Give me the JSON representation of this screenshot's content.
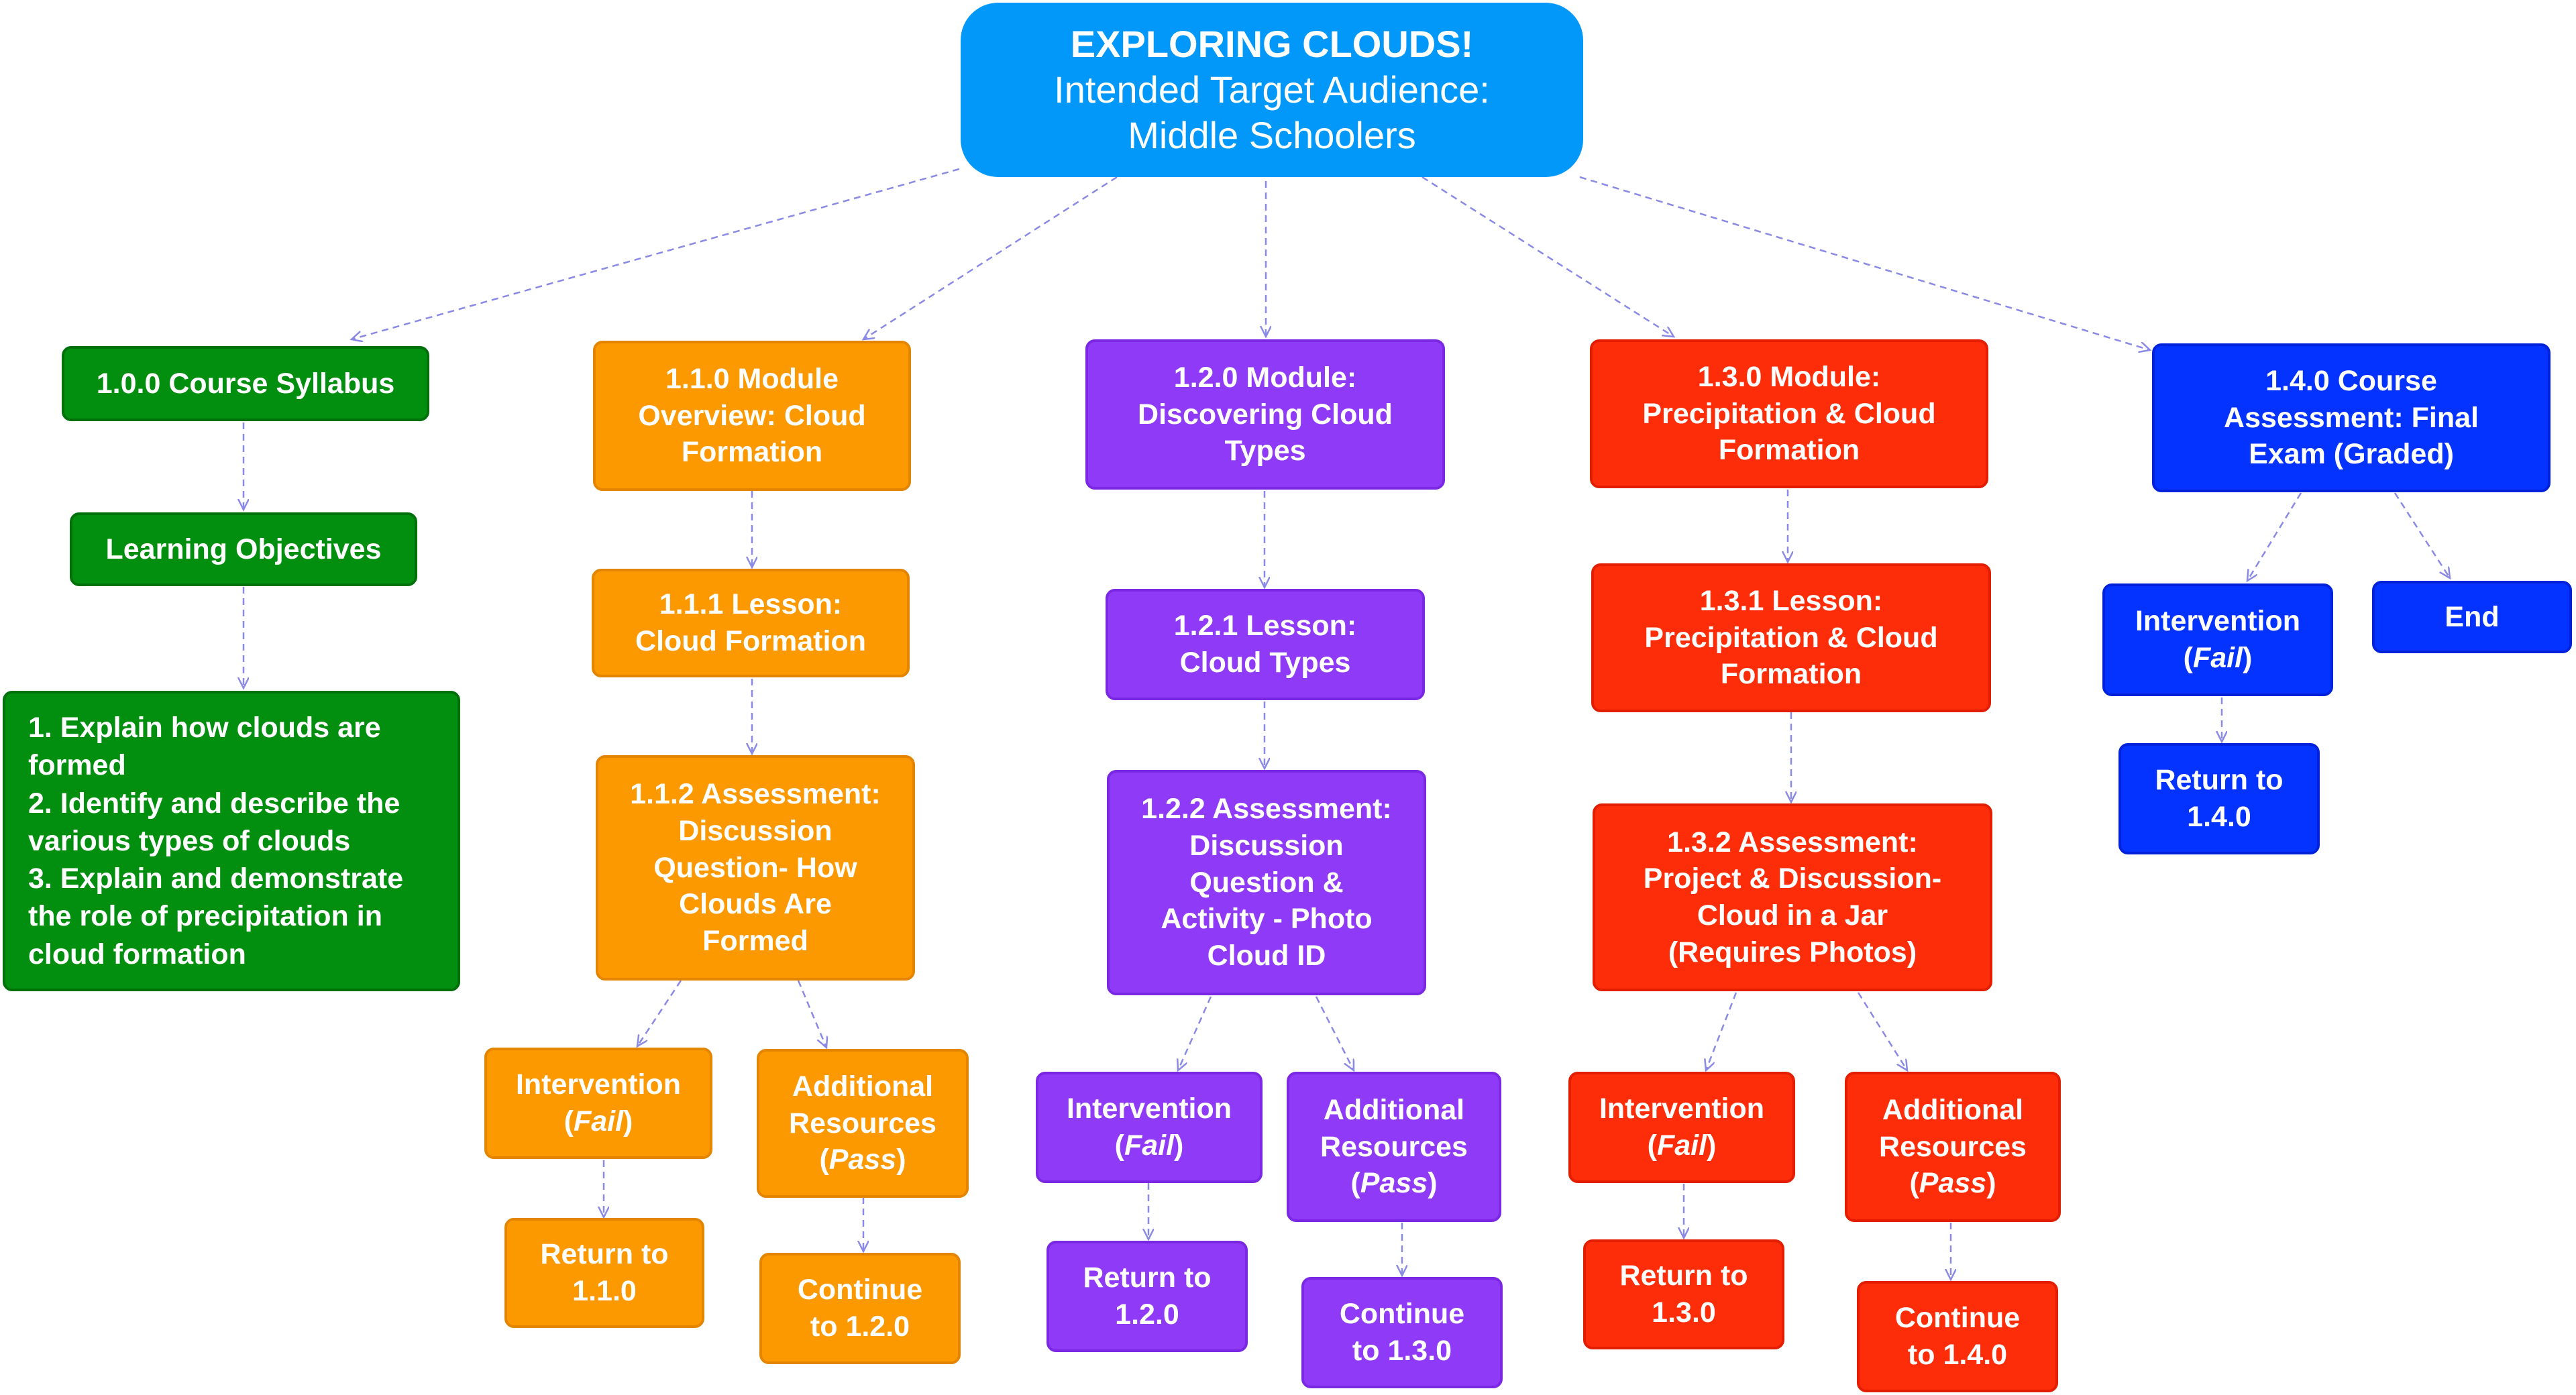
{
  "title": {
    "line1": "EXPLORING CLOUDS!",
    "line2": "Intended Target Audience:",
    "line3": "Middle Schoolers"
  },
  "syllabus": {
    "course_syllabus": "1.0.0 Course Syllabus",
    "learning_objectives": "Learning Objectives",
    "objectives": [
      "1. Explain how clouds are",
      "formed",
      "2. Identify and describe the",
      "various types of clouds",
      "3. Explain and demonstrate",
      "the role of precipitation in",
      "cloud formation"
    ]
  },
  "module_1_1": {
    "overview": [
      "1.1.0 Module",
      "Overview: Cloud",
      "Formation"
    ],
    "lesson": [
      "1.1.1 Lesson:",
      "Cloud Formation"
    ],
    "assessment": [
      "1.1.2 Assessment:",
      "Discussion",
      "Question- How",
      "Clouds Are",
      "Formed"
    ],
    "intervention": "Intervention",
    "intervention_tag": "Fail",
    "resources": "Additional",
    "resources_2": "Resources",
    "resources_tag": "Pass",
    "return": [
      "Return to",
      "1.1.0"
    ],
    "continue": [
      "Continue",
      "to 1.2.0"
    ]
  },
  "module_1_2": {
    "overview": [
      "1.2.0 Module:",
      "Discovering Cloud",
      "Types"
    ],
    "lesson": [
      "1.2.1 Lesson:",
      "Cloud Types"
    ],
    "assessment": [
      "1.2.2 Assessment:",
      "Discussion",
      "Question &",
      "Activity - Photo",
      "Cloud ID"
    ],
    "intervention": "Intervention",
    "intervention_tag": "Fail",
    "resources": "Additional",
    "resources_2": "Resources",
    "resources_tag": "Pass",
    "return": [
      "Return to",
      "1.2.0"
    ],
    "continue": [
      "Continue",
      "to 1.3.0"
    ]
  },
  "module_1_3": {
    "overview": [
      "1.3.0 Module:",
      "Precipitation & Cloud",
      "Formation"
    ],
    "lesson": [
      "1.3.1 Lesson:",
      "Precipitation & Cloud",
      "Formation"
    ],
    "assessment": [
      "1.3.2 Assessment:",
      "Project & Discussion-",
      "Cloud in a Jar",
      "(Requires Photos)"
    ],
    "intervention": "Intervention",
    "intervention_tag": "Fail",
    "resources": "Additional",
    "resources_2": "Resources",
    "resources_tag": "Pass",
    "return": [
      "Return to",
      "1.3.0"
    ],
    "continue": [
      "Continue",
      "to 1.4.0"
    ]
  },
  "final": {
    "assessment": [
      "1.4.0 Course",
      "Assessment: Final",
      "Exam (Graded)"
    ],
    "intervention": "Intervention",
    "intervention_tag": "Fail",
    "end": "End",
    "return": [
      "Return to",
      "1.4.0"
    ]
  },
  "colors": {
    "title": "#0298fa",
    "green": "#028e0f",
    "orange": "#fc9800",
    "purple": "#8e3af7",
    "red": "#fd2d0a",
    "blue": "#0432ff",
    "connector": "#8a8ae6"
  }
}
